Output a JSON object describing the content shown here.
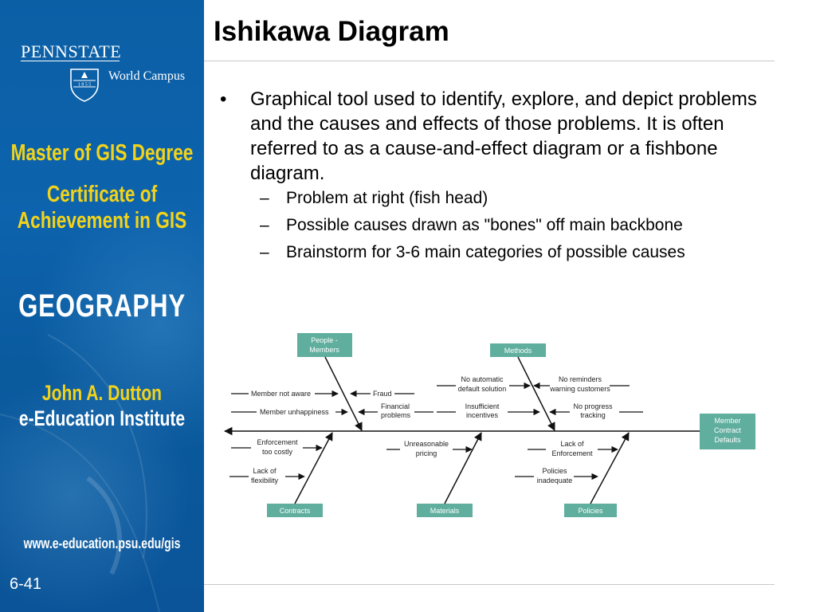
{
  "sidebar": {
    "brand": "PENNSTATE",
    "shield_year": "1 8 5 5",
    "campus": "World Campus",
    "line1": "Master of GIS Degree",
    "line2": "Certificate of",
    "line3": "Achievement in GIS",
    "geo": "GEOGRAPHY",
    "inst1": "John A. Dutton",
    "inst2": "e-Education Institute",
    "url": "www.e-education.psu.edu/gis",
    "slide_number": "6-41",
    "colors": {
      "panel": "#0b5fa5",
      "yellow": "#f2d31a"
    }
  },
  "slide": {
    "title": "Ishikawa Diagram",
    "bullet": "Graphical tool used to identify, explore, and depict problems and the causes and effects of those problems. It is often referred to as a cause-and-effect diagram or a fishbone diagram.",
    "bullet_marker": "•",
    "sub_marker": "–",
    "subs": [
      "Problem at right (fish head)",
      "Possible causes drawn as \"bones\" off main backbone",
      "Brainstorm for 3-6 main categories of possible causes"
    ]
  },
  "diagram": {
    "box_color": "#5fae9e",
    "head": [
      "Member",
      "Contract",
      "Defaults"
    ],
    "categories": {
      "people": [
        "People -",
        "Members"
      ],
      "methods": "Methods",
      "contracts": "Contracts",
      "materials": "Materials",
      "policies": "Policies"
    },
    "causes": {
      "member_not_aware": "Member not aware",
      "fraud": "Fraud",
      "member_unhappiness": "Member unhappiness",
      "financial_problems": [
        "Financial",
        "problems"
      ],
      "no_automatic": [
        "No automatic",
        "default solution"
      ],
      "no_reminders": [
        "No reminders",
        "warning customers"
      ],
      "insufficient": [
        "Insufficient",
        "incentives"
      ],
      "no_progress": [
        "No progress",
        "tracking"
      ],
      "enforcement_costly": [
        "Enforcement",
        "too costly"
      ],
      "lack_flexibility": [
        "Lack of",
        "flexibility"
      ],
      "unreasonable": [
        "Unreasonable",
        "pricing"
      ],
      "lack_enforcement": [
        "Lack of",
        "Enforcement"
      ],
      "policies_inadequate": [
        "Policies",
        "inadequate"
      ]
    }
  }
}
